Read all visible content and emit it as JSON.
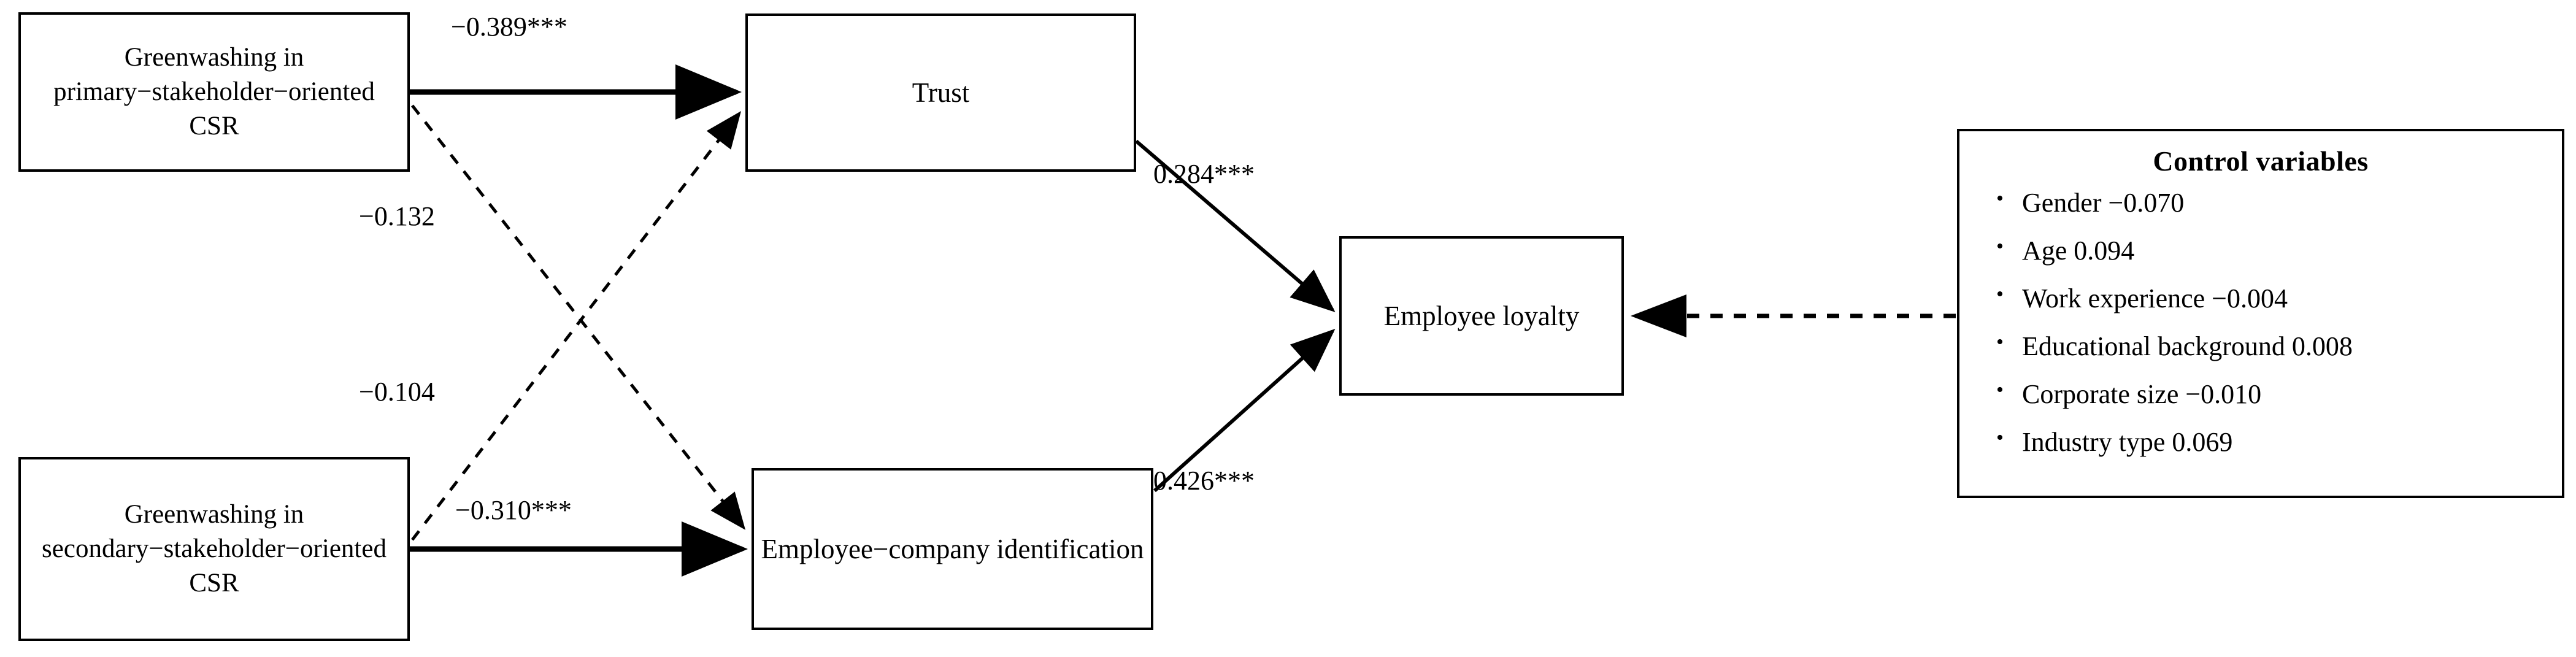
{
  "diagram": {
    "title": "Greenwashing CSR structural model",
    "nodes": {
      "gw_primary": "Greenwashing in primary−stakeholder−oriented CSR",
      "trust": "Trust",
      "gw_secondary": "Greenwashing in secondary−stakeholder−oriented CSR",
      "eci": "Employee−company identification",
      "loyalty": "Employee loyalty"
    },
    "edges": [
      {
        "id": "p1",
        "from": "gw_primary",
        "to": "trust",
        "label": "−0.389***",
        "style": "solid"
      },
      {
        "id": "p2",
        "from": "gw_primary",
        "to": "eci",
        "label": "−0.132",
        "style": "dashed"
      },
      {
        "id": "p3",
        "from": "gw_secondary",
        "to": "trust",
        "label": "−0.104",
        "style": "dashed"
      },
      {
        "id": "p4",
        "from": "gw_secondary",
        "to": "eci",
        "label": "−0.310***",
        "style": "solid"
      },
      {
        "id": "p5",
        "from": "trust",
        "to": "loyalty",
        "label": "0.284***",
        "style": "solid"
      },
      {
        "id": "p6",
        "from": "eci",
        "to": "loyalty",
        "label": "0.426***",
        "style": "solid"
      },
      {
        "id": "p7",
        "from": "controls",
        "to": "loyalty",
        "label": "",
        "style": "dashed"
      }
    ],
    "controls": {
      "title": "Control variables",
      "items": [
        "Gender −0.070",
        "Age 0.094",
        "Work experience  −0.004",
        "Educational  background 0.008",
        "Corporate size −0.010",
        "Industry  type 0.069"
      ]
    },
    "colors": {
      "stroke": "#000000",
      "background": "#ffffff",
      "dashed_stroke": "#1a1a1a"
    }
  }
}
